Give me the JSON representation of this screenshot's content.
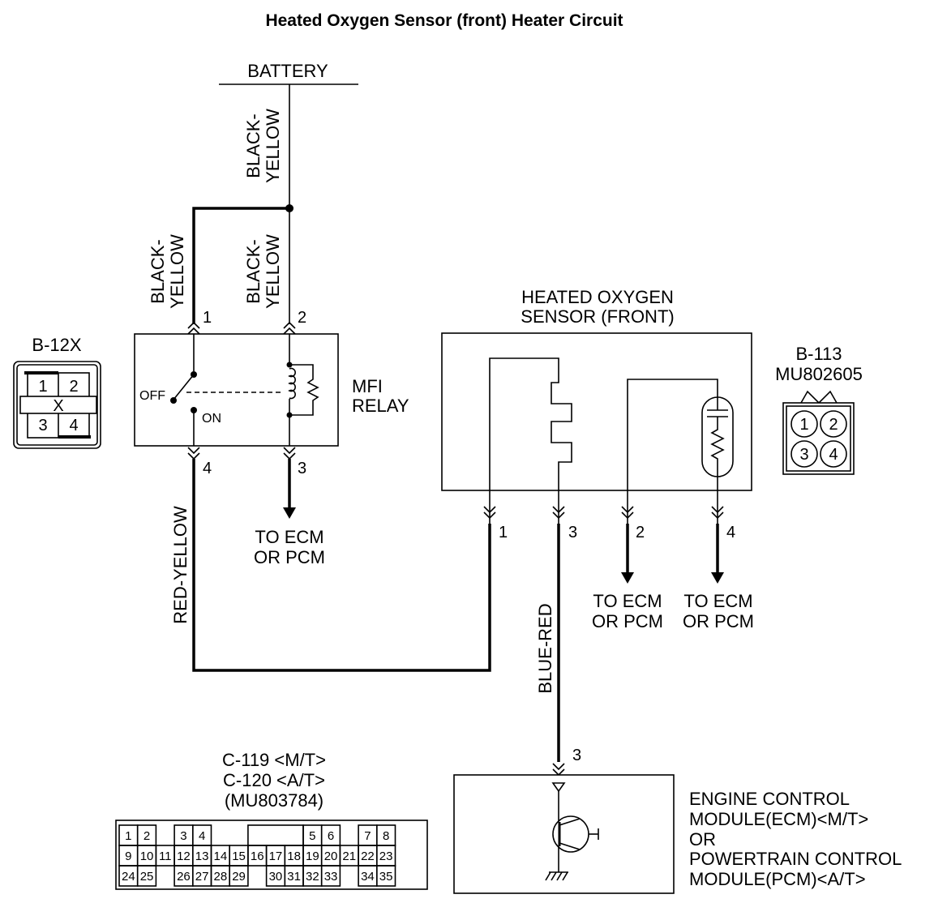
{
  "title": "Heated Oxygen Sensor (front)  Heater Circuit",
  "battery": {
    "label": "BATTERY"
  },
  "wires": {
    "main_feed": "BLACK-\nYELLOW",
    "relay_pin1": "BLACK-\nYELLOW",
    "relay_pin2": "BLACK-\nYELLOW",
    "relay_to_sensor": "RED-YELLOW",
    "sensor_to_ecm": "BLUE-RED"
  },
  "relay": {
    "name_line1": "MFI",
    "name_line2": "RELAY",
    "off_label": "OFF",
    "on_label": "ON",
    "pins": {
      "p1": "1",
      "p2": "2",
      "p3": "3",
      "p4": "4"
    },
    "to_ecm_line1": "TO ECM",
    "to_ecm_line2": "OR PCM"
  },
  "relay_connector": {
    "id": "B-12X",
    "cells": [
      "1",
      "2",
      "3",
      "4"
    ],
    "x_mark": "X"
  },
  "sensor": {
    "name_line1": "HEATED OXYGEN",
    "name_line2": "SENSOR (FRONT)",
    "pins": {
      "p1": "1",
      "p2": "2",
      "p3": "3",
      "p4": "4"
    },
    "out2_line1": "TO ECM",
    "out2_line2": "OR PCM",
    "out4_line1": "TO ECM",
    "out4_line2": "OR PCM"
  },
  "sensor_connector": {
    "id": "B-113",
    "part": "MU802605",
    "cells": [
      "1",
      "2",
      "3",
      "4"
    ]
  },
  "ecm": {
    "pin": "3",
    "line1": "ENGINE CONTROL",
    "line2": "MODULE(ECM)<M/T>",
    "line3": "OR",
    "line4": "POWERTRAIN CONTROL",
    "line5": "MODULE(PCM)<A/T>"
  },
  "ecm_connector": {
    "line1": "C-119 <M/T>",
    "line2": "C-120 <A/T>",
    "line3": "(MU803784)",
    "row1": [
      "1",
      "2",
      "",
      "3",
      "4",
      "",
      "",
      "",
      "",
      "",
      "5",
      "6",
      "",
      "7",
      "8"
    ],
    "row2": [
      "9",
      "10",
      "11",
      "12",
      "13",
      "14",
      "15",
      "16",
      "17",
      "18",
      "19",
      "20",
      "21",
      "22",
      "23"
    ],
    "row3": [
      "24",
      "25",
      "",
      "26",
      "27",
      "28",
      "29",
      "",
      "30",
      "31",
      "32",
      "33",
      "",
      "34",
      "35"
    ]
  }
}
